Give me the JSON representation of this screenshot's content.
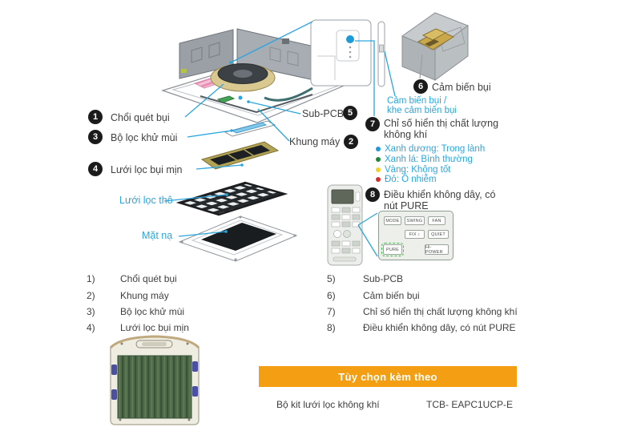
{
  "colors": {
    "accent_blue": "#2ba6dd",
    "banner_orange": "#f49e13",
    "status_blue": "#1d9bd8",
    "status_green": "#1a8a3a",
    "status_yellow": "#f4d12a",
    "status_red": "#d92b2b"
  },
  "diagram": {
    "callouts": {
      "brush": {
        "num": "1",
        "label": "Chổi quét bụi"
      },
      "frame": {
        "num": "2",
        "label": "Khung máy"
      },
      "deodorizer": {
        "num": "3",
        "label": "Bộ lọc khử mùi"
      },
      "fine_filter": {
        "num": "4",
        "label": "Lưới lọc bụi mịn"
      },
      "sub_pcb": {
        "num": "5",
        "label": "Sub-PCB"
      },
      "dust_sensor": {
        "num": "6",
        "label": "Cảm biến bụi"
      },
      "air_quality": {
        "num": "7",
        "label": "Chỉ số hiển thị chất lượng\nkhông khí"
      },
      "remote": {
        "num": "8",
        "label": "Điều khiển không dây, có\nnút PURE"
      }
    },
    "part_labels": {
      "coarse_filter": "Lưới lọc thô",
      "mask": "Mặt nạ",
      "sensor_slot": "Cảm biến bụi /\nkhe cảm biến bụi"
    },
    "air_quality_legend": [
      {
        "color": "#1d9bd8",
        "text": "Xanh dương: Trong lành"
      },
      {
        "color": "#1a8a3a",
        "text": "Xanh lá: Bình thường"
      },
      {
        "color": "#f4d12a",
        "text": "Vàng: Không tốt"
      },
      {
        "color": "#d92b2b",
        "text": "Đỏ: Ô nhiễm"
      }
    ],
    "remote_panel": {
      "buttons": [
        "MODE",
        "SWING",
        "FAN",
        "FIX ↕",
        "QUIET",
        "PURE",
        "Hi-POWER"
      ]
    }
  },
  "parts_list": {
    "left": [
      {
        "num": "1)",
        "label": "Chổi quét bụi"
      },
      {
        "num": "2)",
        "label": "Khung máy"
      },
      {
        "num": "3)",
        "label": "Bộ lọc khử mùi"
      },
      {
        "num": "4)",
        "label": "Lưới lọc bụi mịn"
      }
    ],
    "right": [
      {
        "num": "5)",
        "label": "Sub-PCB"
      },
      {
        "num": "6)",
        "label": "Cảm biến bụi"
      },
      {
        "num": "7)",
        "label": "Chỉ số hiển thị chất lượng không khí"
      },
      {
        "num": "8)",
        "label": "Điều khiển không dây, có nút PURE"
      }
    ]
  },
  "options_section": {
    "banner": "Tùy chọn kèm theo",
    "item": "Bộ kit lưới lọc không khí",
    "code": "TCB- EAPC1UCP-E"
  }
}
